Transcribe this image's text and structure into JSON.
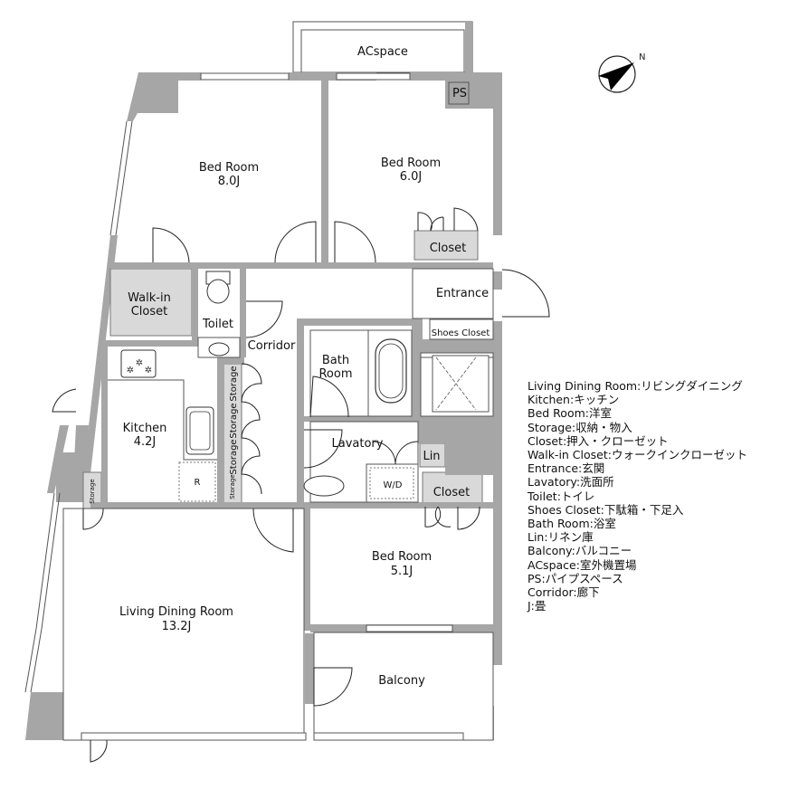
{
  "floorplan": {
    "rooms": {
      "acspace": {
        "label": "ACspace"
      },
      "ps": {
        "label": "PS"
      },
      "bed1": {
        "label": "Bed Room",
        "size": "8.0J"
      },
      "bed2": {
        "label": "Bed Room",
        "size": "6.0J"
      },
      "bed3": {
        "label": "Bed Room",
        "size": "5.1J"
      },
      "closet1": {
        "label": "Closet"
      },
      "closet2": {
        "label": "Closet"
      },
      "walkin": {
        "label_line1": "Walk-in",
        "label_line2": "Closet"
      },
      "toilet": {
        "label": "Toilet"
      },
      "corridor": {
        "label": "Corridor"
      },
      "entrance": {
        "label": "Entrance"
      },
      "shoes_closet": {
        "label": "Shoes Closet"
      },
      "bath": {
        "label_line1": "Bath",
        "label_line2": "Room"
      },
      "kitchen": {
        "label": "Kitchen",
        "size": "4.2J"
      },
      "fridge": {
        "label": "R"
      },
      "storage": [
        "Storage",
        "Storage",
        "Storage",
        "Storage"
      ],
      "storage_small": "Storage",
      "lavatory": {
        "label": "Lavatory"
      },
      "lin": {
        "label": "Lin"
      },
      "wd": {
        "label": "W/D"
      },
      "ldk": {
        "label": "Living Dining Room",
        "size": "13.2J"
      },
      "balcony": {
        "label": "Balcony"
      }
    },
    "compass": {
      "direction_label": "N"
    },
    "colors": {
      "wall": "#a6a6a6",
      "closet_fill": "#d9d9d9",
      "line": "#333333"
    }
  },
  "legend": [
    "Living Dining Room:リビングダイニング",
    "Kitchen:キッチン",
    "Bed Room:洋室",
    "Storage:収納・物入",
    "Closet:押入・クローゼット",
    "Walk-in Closet:ウォークインクローゼット",
    "Entrance:玄関",
    "Lavatory:洗面所",
    "Toilet:トイレ",
    "Shoes Closet:下駄箱・下足入",
    "Bath Room:浴室",
    "Lin:リネン庫",
    "Balcony:バルコニー",
    "ACspace:室外機置場",
    "PS:パイプスペース",
    "Corridor:廊下",
    "J:畳"
  ]
}
